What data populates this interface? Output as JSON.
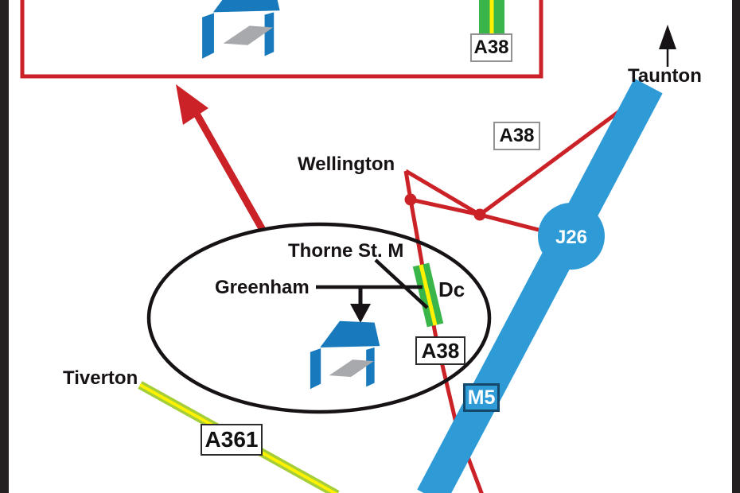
{
  "towns": {
    "taunton": "Taunton",
    "wellington": "Wellington",
    "tiverton": "Tiverton"
  },
  "sites": {
    "thorne_street": "Thorne St. M",
    "greenham": "Greenham",
    "dual_carriageway": "Dc"
  },
  "badges": {
    "a38_inset": "A38",
    "a38_mid": "A38",
    "a38_south": "A38",
    "a361": "A361",
    "m5": "M5",
    "j26": "J26"
  },
  "colors": {
    "road_red": "#CB2228",
    "inset_frame_red": "#CB2228",
    "motorway_blue": "#2E9BD6",
    "m5_badge_border": "#14496B",
    "primary_route_green": "#3AB54A",
    "route_stripe_yellow": "#FFF200",
    "a361_green": "#A6CE39",
    "logo_blue": "#187ABD",
    "logo_gray": "#A7A9AC",
    "annotation_black": "#161215",
    "frame_bar_dark": "#241F21"
  }
}
